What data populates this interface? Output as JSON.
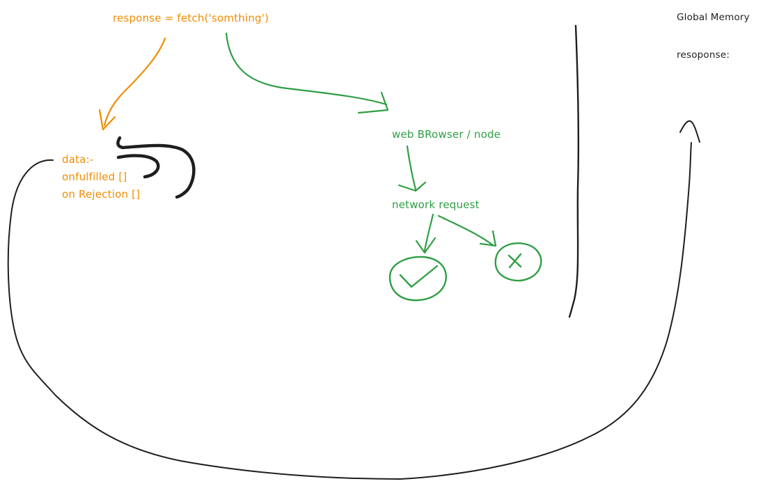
{
  "colors": {
    "orange": "#f08c00",
    "green": "#2f9e44",
    "black": "#1e1e1e"
  },
  "code": {
    "fetch_line": "response = fetch('somthing')"
  },
  "promise_object": {
    "data": "data:-",
    "onfulfilled": "onfulfilled []",
    "onrejection": "on Rejection []"
  },
  "environment": {
    "runtime": "web BRowser / node",
    "request": "network request",
    "success_icon": "check-circle-icon",
    "failure_icon": "x-circle-icon"
  },
  "global_memory": {
    "title": "Global Memory",
    "response_var": "resoponse:"
  }
}
